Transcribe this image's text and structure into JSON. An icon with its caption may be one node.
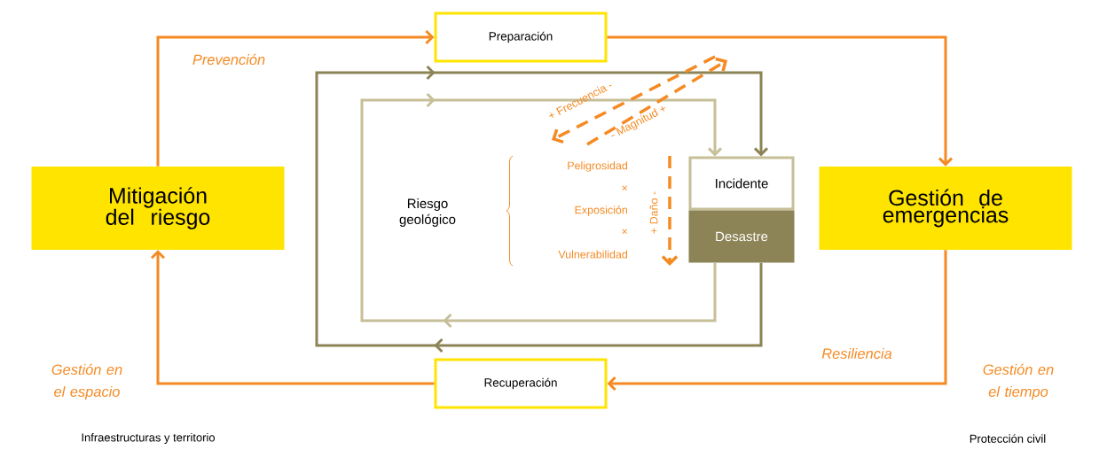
{
  "diagram": {
    "nodes": [
      {
        "text": [
          "Preparación"
        ]
      },
      {
        "text": [
          "Mitigación del riesgo"
        ]
      },
      {
        "text": [
          "Gestión de emergencias"
        ]
      },
      {
        "text": [
          "Recuperación"
        ]
      },
      {
        "text": [
          "Incidente"
        ]
      },
      {
        "text": [
          "Desastre"
        ]
      }
    ],
    "edges": [
      {
        "from": 1,
        "to": 0,
        "arrow": "to",
        "label": "Prevención"
      },
      {
        "from": 0,
        "to": 2,
        "arrow": "to"
      },
      {
        "from": 2,
        "to": 3,
        "arrow": "to",
        "label": "Resiliencia"
      },
      {
        "from": 3,
        "to": 1,
        "arrow": "to"
      },
      {
        "from": 5,
        "to": 4,
        "arrow": "to",
        "color": "#8c8456"
      },
      {
        "from": 5,
        "to": 4,
        "arrow": "to",
        "color": "#c6bf98"
      }
    ],
    "labels": [
      "Riesgo geológico",
      "Peligrosidad",
      "×",
      "Exposición",
      "×",
      "Vulnerabilidad",
      "+ Frecuencia -",
      "- Magnitud +",
      "+ Daño -",
      "Gestión en el espacio",
      "Gestión en el tiempo",
      "Infraestructuras y territorio",
      "Protección civil"
    ]
  }
}
